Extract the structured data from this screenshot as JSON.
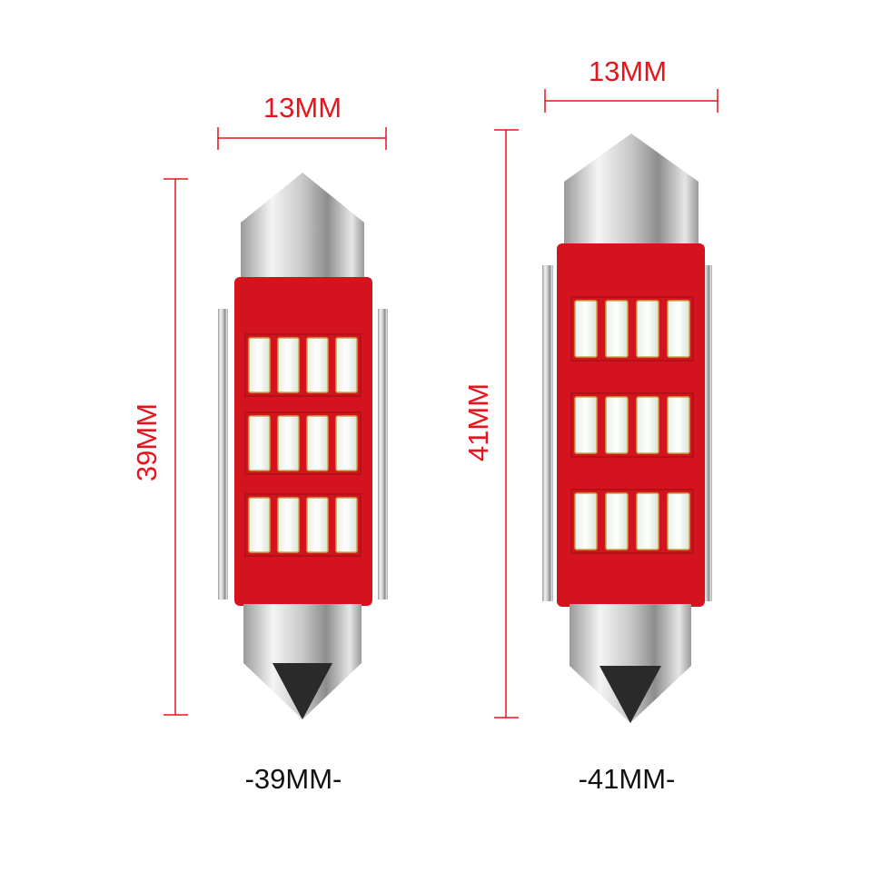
{
  "colors": {
    "dimension": "#e8141b",
    "pcb": "#d3141f",
    "led": "#f2f7f2",
    "metal": "#d8d8d8"
  },
  "left_bulb": {
    "width_label": "13MM",
    "length_label": "39MM",
    "caption": "-39MM-"
  },
  "right_bulb": {
    "width_label": "13MM",
    "length_label": "41MM",
    "caption": "-41MM-"
  }
}
